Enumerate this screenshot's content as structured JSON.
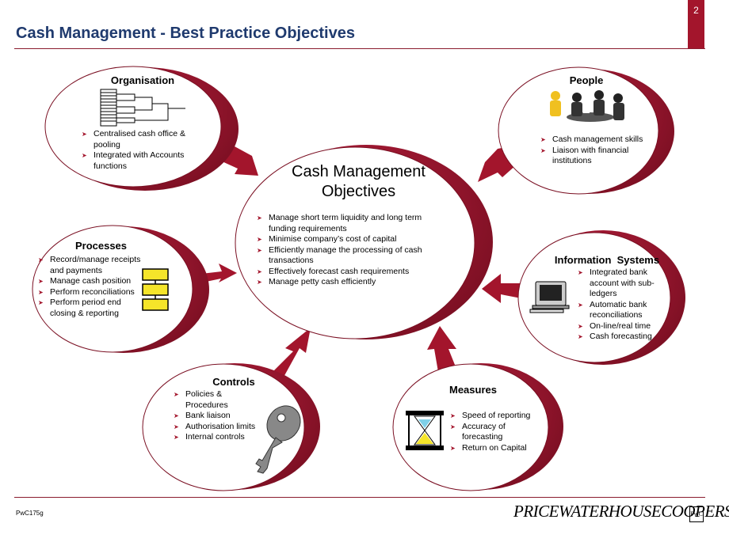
{
  "header": {
    "title": "Cash Management - Best Practice Objectives",
    "page_number": "2"
  },
  "center": {
    "title_line1": "Cash Management",
    "title_line2": "Objectives",
    "items": [
      "Manage short term liquidity and long term funding requirements",
      "Minimise company’s cost of capital",
      "Efficiently manage the processing of cash transactions",
      "Effectively forecast cash requirements",
      "Manage petty cash efficiently"
    ]
  },
  "organisation": {
    "title": "Organisation",
    "items": [
      "Centralised cash office & pooling",
      "Integrated with Accounts functions"
    ]
  },
  "people": {
    "title": "People",
    "items": [
      "Cash management skills",
      "Liaison with financial institutions"
    ]
  },
  "processes": {
    "title": "Processes",
    "items": [
      "Record/manage receipts and payments",
      "Manage cash position",
      "Perform reconciliations",
      "Perform period end closing & reporting"
    ]
  },
  "information_systems": {
    "title": "Information  Systems",
    "items": [
      "Integrated bank account with sub-ledgers",
      "Automatic bank reconciliations",
      "On-line/real time",
      "Cash forecasting"
    ]
  },
  "controls": {
    "title": "Controls",
    "items": [
      "Policies & Procedures",
      "Bank liaison",
      "Authorisation limits",
      "Internal controls"
    ]
  },
  "measures": {
    "title": "Measures",
    "items": [
      "Speed of reporting",
      "Accuracy of forecasting",
      "Return on Capital"
    ]
  },
  "footer": {
    "code": "PwC175g",
    "logo_text": "PRICEWATERHOUSECOOPERS",
    "seal": "PwC"
  },
  "colors": {
    "accent": "#A3152C",
    "title": "#1F3A6E"
  }
}
